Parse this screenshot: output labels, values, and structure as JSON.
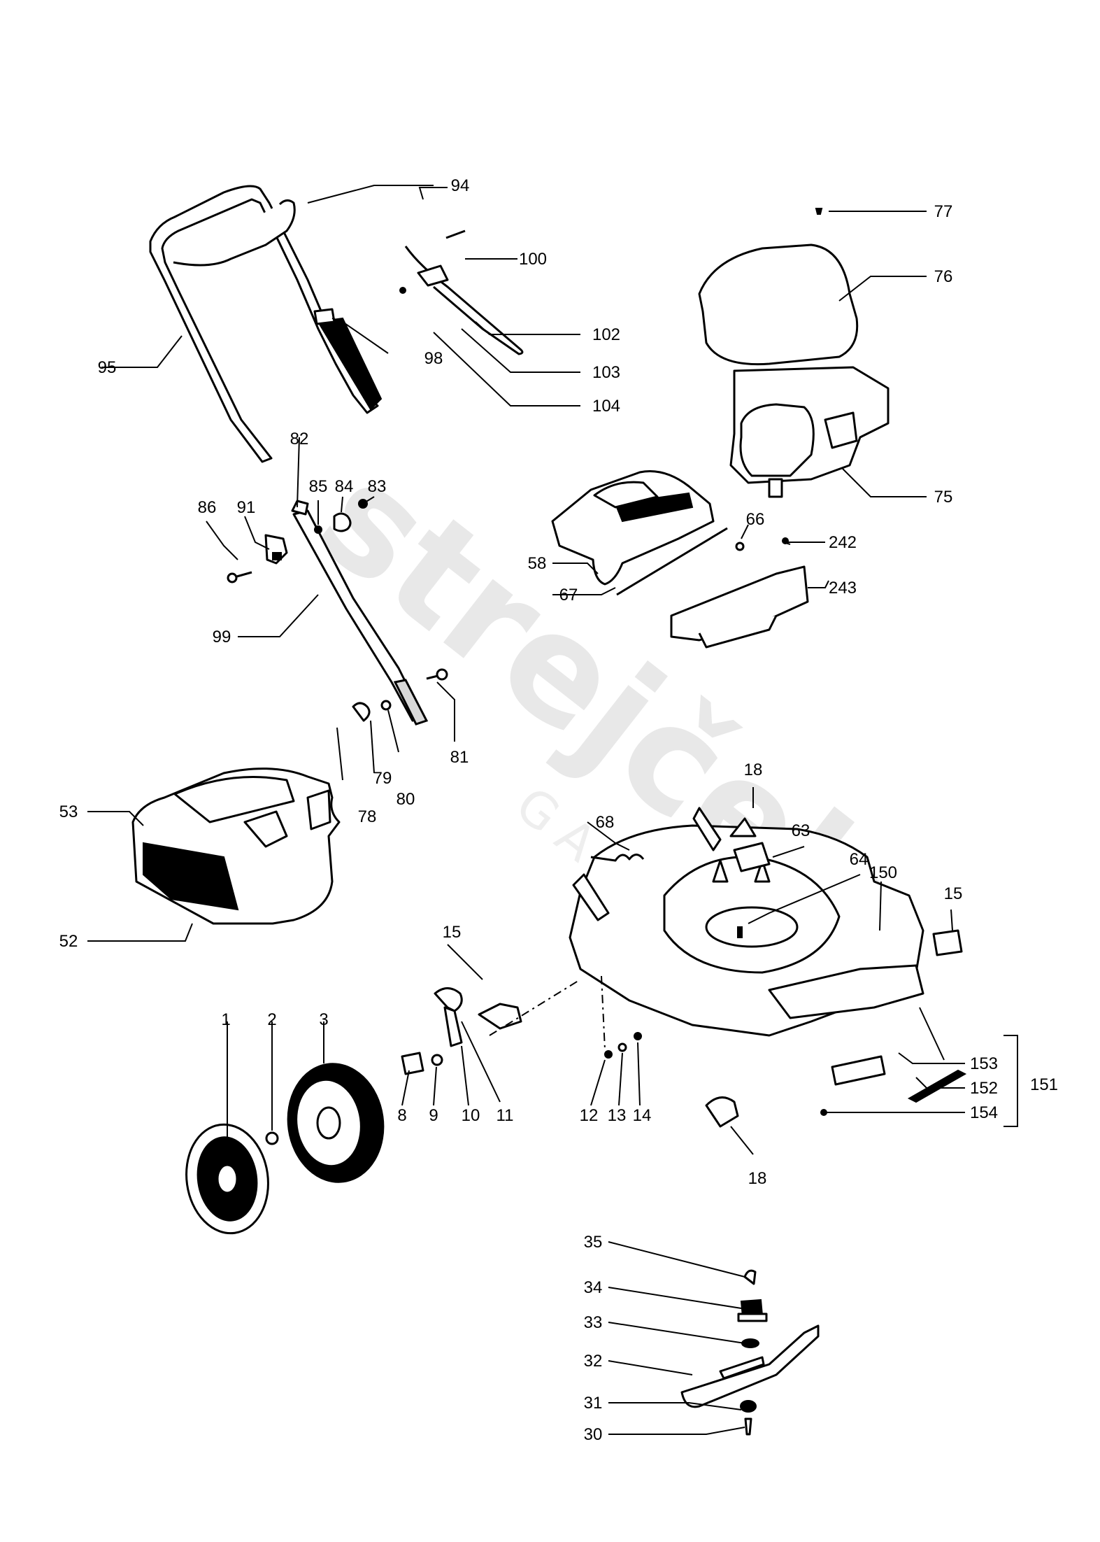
{
  "watermark": {
    "brand": "strejček",
    "sub": "GARDEN"
  },
  "callouts": {
    "c1": "1",
    "c2": "2",
    "c3": "3",
    "c8": "8",
    "c9": "9",
    "c10": "10",
    "c11": "11",
    "c12": "12",
    "c13": "13",
    "c14": "14",
    "c15a": "15",
    "c15b": "15",
    "c18a": "18",
    "c18b": "18",
    "c30": "30",
    "c31": "31",
    "c32": "32",
    "c33": "33",
    "c34": "34",
    "c35": "35",
    "c52": "52",
    "c53": "53",
    "c58": "58",
    "c63": "63",
    "c64": "64",
    "c66": "66",
    "c67": "67",
    "c68": "68",
    "c75": "75",
    "c76": "76",
    "c77": "77",
    "c78": "78",
    "c79": "79",
    "c80": "80",
    "c81": "81",
    "c82": "82",
    "c83": "83",
    "c84": "84",
    "c85": "85",
    "c86": "86",
    "c91": "91",
    "c94": "94",
    "c95": "95",
    "c98": "98",
    "c99": "99",
    "c100": "100",
    "c102": "102",
    "c103": "103",
    "c104": "104",
    "c150": "150",
    "c151": "151",
    "c152": "152",
    "c153": "153",
    "c154": "154",
    "c242": "242",
    "c243": "243"
  }
}
